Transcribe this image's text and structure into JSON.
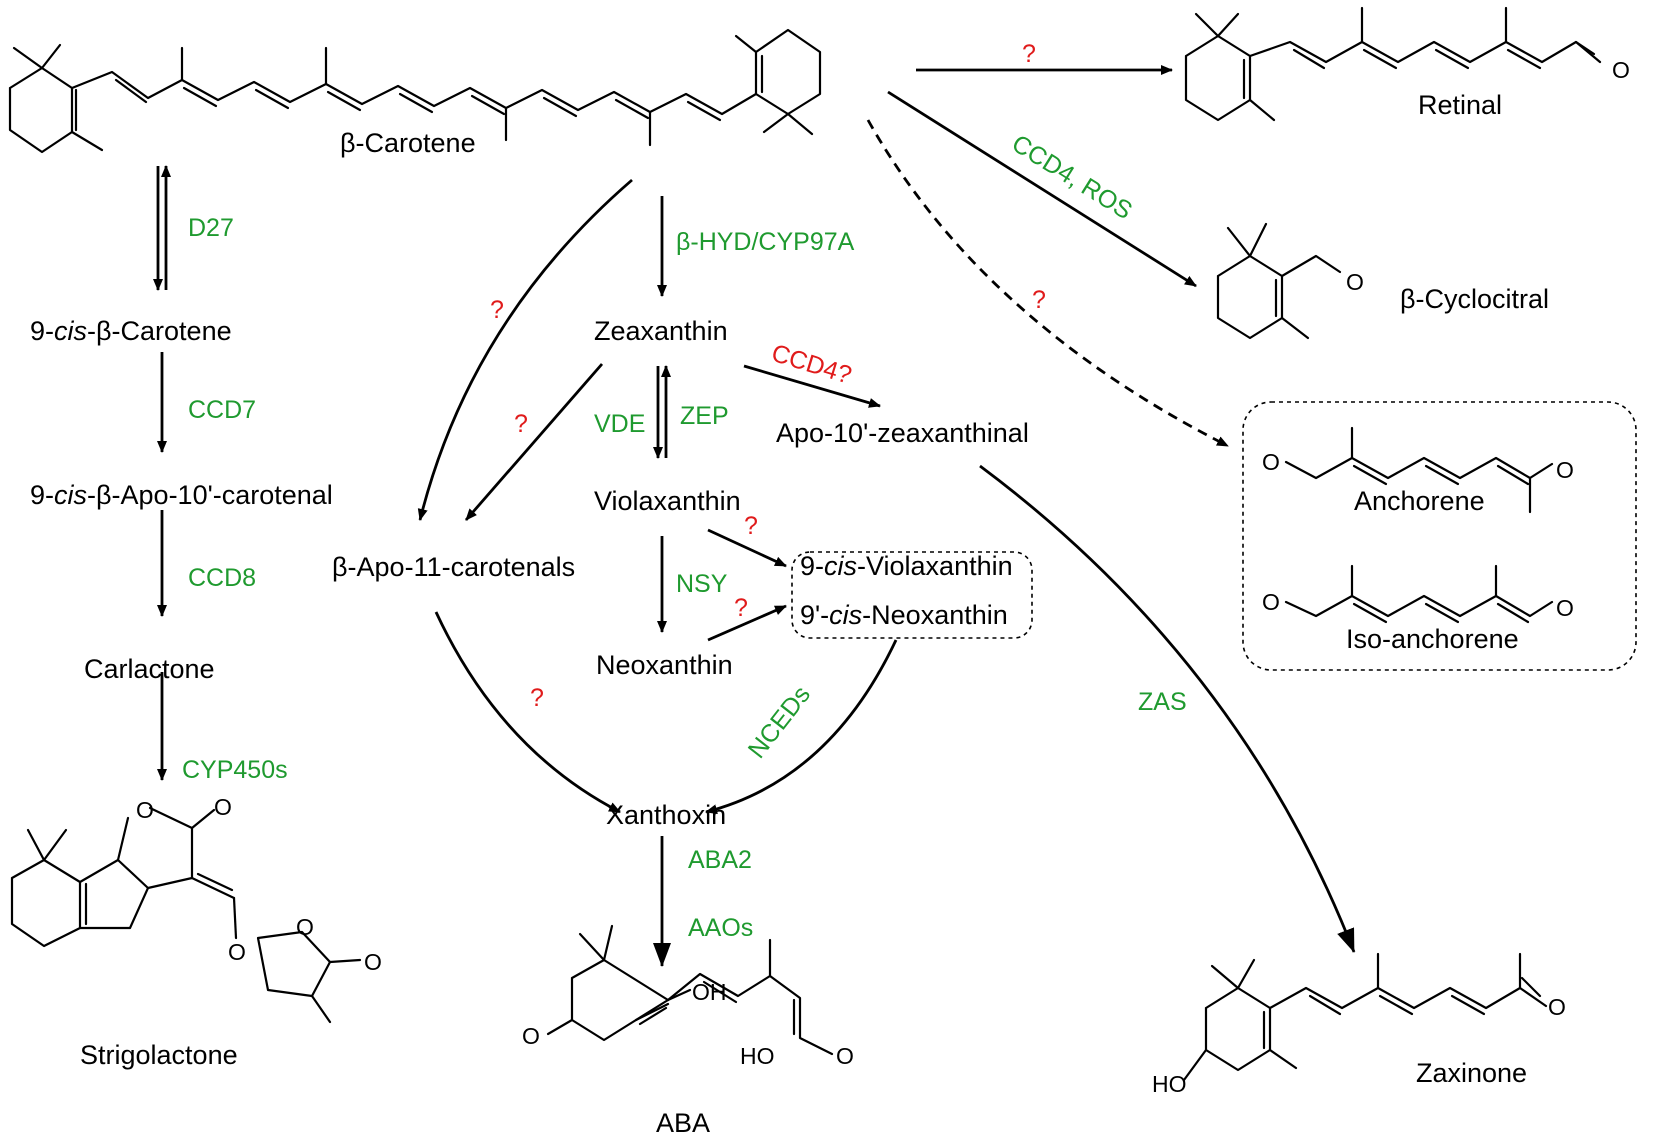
{
  "compounds": {
    "beta_carotene": "β-Carotene",
    "cis_beta_carotene": {
      "pre": "9-",
      "it": "cis",
      "post": "-β-Carotene"
    },
    "cis_apo_carotenal": {
      "pre": "9-",
      "it": "cis",
      "post": "-β-Apo-10'-carotenal"
    },
    "carlactone": "Carlactone",
    "strigolactone": "Strigolactone",
    "zeaxanthin": "Zeaxanthin",
    "violaxanthin": "Violaxanthin",
    "neoxanthin": "Neoxanthin",
    "cis_violaxanthin": {
      "pre": "9-",
      "it": "cis",
      "post": "-Violaxanthin"
    },
    "cis_neoxanthin": {
      "pre": "9'-",
      "it": "cis",
      "post": "-Neoxanthin"
    },
    "apo11": "β-Apo-11-carotenals",
    "apo10z": "Apo-10'-zeaxanthinal",
    "xanthoxin": "Xanthoxin",
    "aba": "ABA",
    "retinal": "Retinal",
    "cyclocitral": "β-Cyclocitral",
    "anchorene": "Anchorene",
    "iso_anchorene": "Iso-anchorene",
    "zaxinone": "Zaxinone"
  },
  "enzymes": {
    "d27": "D27",
    "ccd7": "CCD7",
    "ccd8": "CCD8",
    "cyp450s": "CYP450s",
    "bhyd": "β-HYD/CYP97A",
    "vde": "VDE",
    "zep": "ZEP",
    "nsy": "NSY",
    "nceds": "NCEDs",
    "aba2": "ABA2",
    "aaos": "AAOs",
    "ccd4_ros": "CCD4, ROS",
    "ccd4q": "CCD4?",
    "zas": "ZAS"
  },
  "unknown_mark": "?",
  "atoms": {
    "o": "O",
    "oh": "OH",
    "ho": "HO"
  },
  "colors": {
    "enzyme": "#1f9a2f",
    "unknown": "#e01b1b",
    "text": "#000000"
  }
}
